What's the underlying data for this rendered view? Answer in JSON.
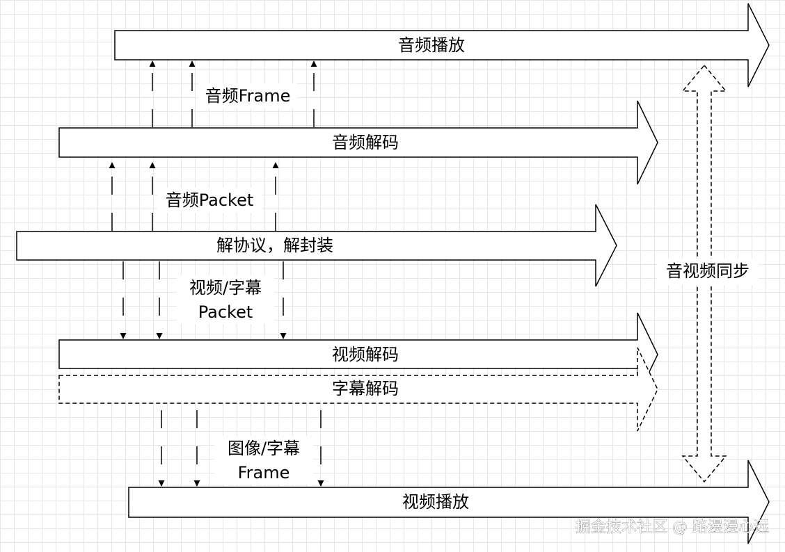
{
  "stages": {
    "audio_play": "音频播放",
    "audio_decode": "音频解码",
    "demux": "解协议，解封装",
    "video_decode": "视频解码",
    "subtitle_decode": "字幕解码",
    "video_play": "视频播放"
  },
  "flows": {
    "audio_frame": "音频Frame",
    "audio_packet": "音频Packet",
    "video_subtitle_packet_1": "视频/字幕",
    "video_subtitle_packet_2": "Packet",
    "image_subtitle_frame_1": "图像/字幕",
    "image_subtitle_frame_2": "Frame"
  },
  "sync": "音视频同步",
  "watermark": "掘金技术社区 @ 路漫漫心远"
}
